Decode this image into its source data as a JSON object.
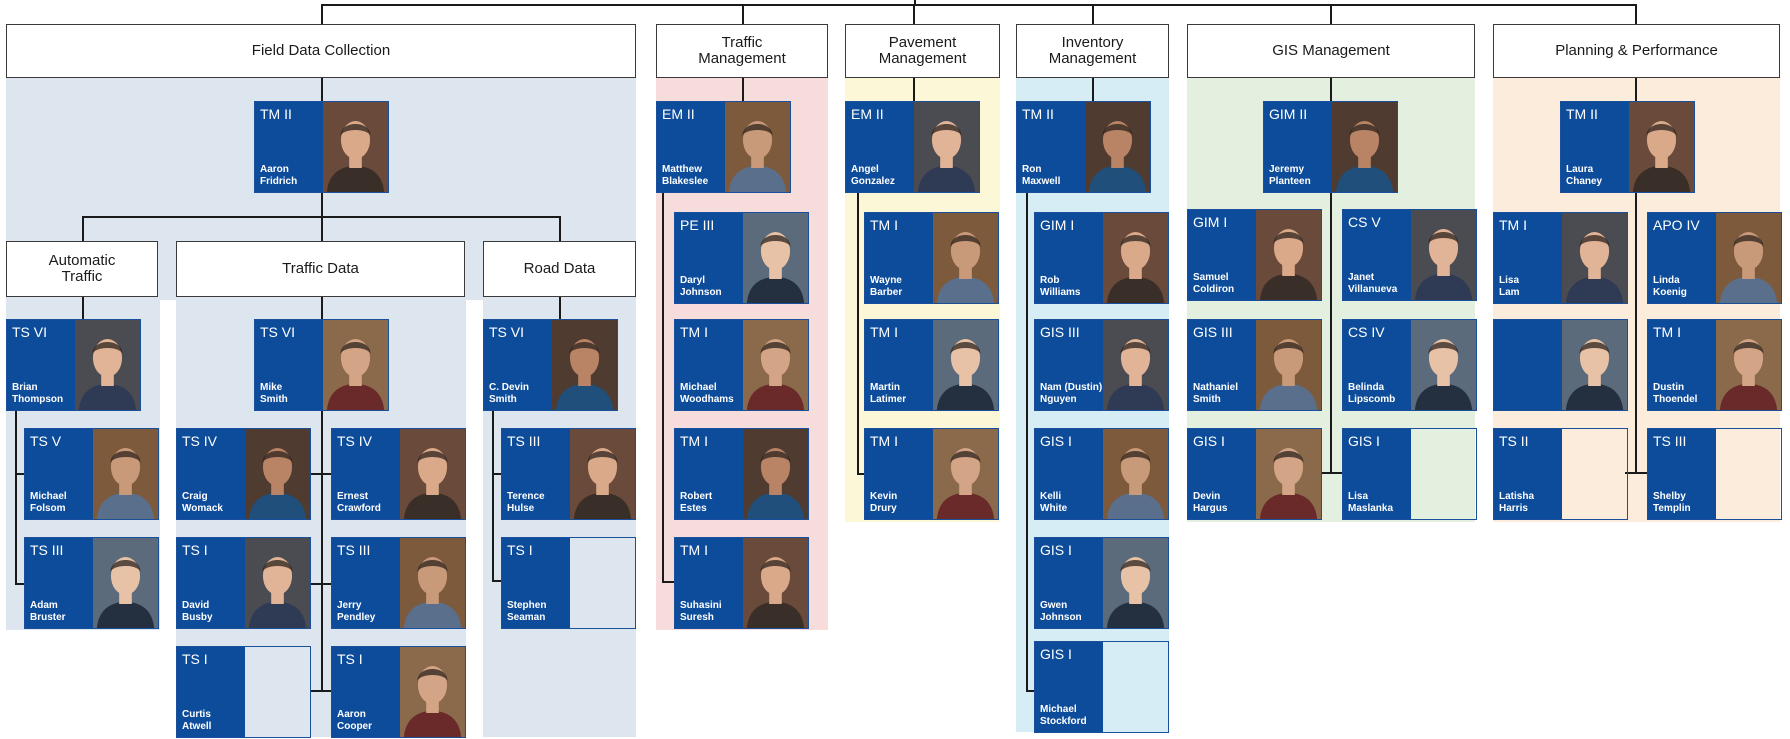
{
  "colors": {
    "field": "#dde5ef",
    "traffic_mgmt": "#f7dcdc",
    "pavement": "#fcf7d6",
    "inventory": "#d7edf5",
    "gis": "#e3f0e0",
    "planning": "#fcecdc",
    "card_blue": "#0d4c9a"
  },
  "units": {
    "field": "Field Data Collection",
    "automatic": "Automatic Traffic",
    "traffic_data": "Traffic Data",
    "road_data": "Road Data",
    "traffic_mgmt": "Traffic Management",
    "pavement": "Pavement Management",
    "inventory": "Inventory Management",
    "gis": "GIS Management",
    "planning": "Planning & Performance"
  },
  "people": [
    {
      "title": "TM II",
      "name": "Aaron\nFridrich",
      "photo": "person-photo"
    },
    {
      "title": "TS VI",
      "name": "Brian\nThompson",
      "photo": "person-photo"
    },
    {
      "title": "TS V",
      "name": "Michael\nFolsom",
      "photo": "person-photo"
    },
    {
      "title": "TS III",
      "name": "Adam\nBruster",
      "photo": "person-photo"
    },
    {
      "title": "TS VI",
      "name": "Mike\nSmith",
      "photo": "person-photo"
    },
    {
      "title": "TS IV",
      "name": "Craig\nWomack",
      "photo": "person-photo"
    },
    {
      "title": "TS IV",
      "name": "Ernest\nCrawford",
      "photo": "person-photo"
    },
    {
      "title": "TS I",
      "name": "David\nBusby",
      "photo": "person-photo"
    },
    {
      "title": "TS III",
      "name": "Jerry\nPendley",
      "photo": "person-photo"
    },
    {
      "title": "TS I",
      "name": "Curtis\nAtwell",
      "photo": ""
    },
    {
      "title": "TS I",
      "name": "Aaron\nCooper",
      "photo": "person-photo"
    },
    {
      "title": "TS VI",
      "name": "C. Devin\nSmith",
      "photo": "person-photo"
    },
    {
      "title": "TS III",
      "name": "Terence\nHulse",
      "photo": "person-photo"
    },
    {
      "title": "TS I",
      "name": "Stephen\nSeaman",
      "photo": ""
    },
    {
      "title": "EM II",
      "name": "Matthew\nBlakeslee",
      "photo": "person-photo"
    },
    {
      "title": "PE III",
      "name": "Daryl\nJohnson",
      "photo": "person-photo"
    },
    {
      "title": "TM I",
      "name": "Michael\nWoodhams",
      "photo": "person-photo"
    },
    {
      "title": "TM I",
      "name": "Robert\nEstes",
      "photo": "person-photo"
    },
    {
      "title": "TM I",
      "name": "Suhasini\nSuresh",
      "photo": "person-photo"
    },
    {
      "title": "EM II",
      "name": "Angel\nGonzalez",
      "photo": "person-photo"
    },
    {
      "title": "TM I",
      "name": "Wayne\nBarber",
      "photo": "person-photo"
    },
    {
      "title": "TM I",
      "name": "Martin\nLatimer",
      "photo": "person-photo"
    },
    {
      "title": "TM I",
      "name": "Kevin\nDrury",
      "photo": "person-photo"
    },
    {
      "title": "TM II",
      "name": "Ron\nMaxwell",
      "photo": "person-photo"
    },
    {
      "title": "GIM I",
      "name": "Rob\nWilliams",
      "photo": "person-photo"
    },
    {
      "title": "GIS III",
      "name": "Nam (Dustin)\nNguyen",
      "photo": "person-photo"
    },
    {
      "title": "GIS I",
      "name": "Kelli\nWhite",
      "photo": "person-photo"
    },
    {
      "title": "GIS I",
      "name": "Gwen\nJohnson",
      "photo": "person-photo"
    },
    {
      "title": "GIS I",
      "name": "Michael\nStockford",
      "photo": ""
    },
    {
      "title": "GIM II",
      "name": "Jeremy\nPlanteen",
      "photo": "person-photo"
    },
    {
      "title": "GIM I",
      "name": "Samuel\nColdiron",
      "photo": "person-photo"
    },
    {
      "title": "CS V",
      "name": "Janet\nVillanueva",
      "photo": "person-photo"
    },
    {
      "title": "GIS III",
      "name": "Nathaniel\nSmith",
      "photo": "person-photo"
    },
    {
      "title": "CS IV",
      "name": "Belinda\nLipscomb",
      "photo": "person-photo"
    },
    {
      "title": "GIS I",
      "name": "Devin\nHargus",
      "photo": "person-photo"
    },
    {
      "title": "GIS I",
      "name": "Lisa\nMaslanka",
      "photo": ""
    },
    {
      "title": "TM II",
      "name": "Laura\nChaney",
      "photo": "person-photo"
    },
    {
      "title": "TM I",
      "name": "Lisa\nLam",
      "photo": "person-photo"
    },
    {
      "title": "APO IV",
      "name": "Linda\nKoenig",
      "photo": "person-photo"
    },
    {
      "title": "",
      "name": "",
      "photo": "person-photo"
    },
    {
      "title": "TM I",
      "name": "Dustin\nThoendel",
      "photo": "person-photo"
    },
    {
      "title": "TS II",
      "name": "Latisha\nHarris",
      "photo": ""
    },
    {
      "title": "TS III",
      "name": "Shelby\nTemplin",
      "photo": ""
    }
  ]
}
